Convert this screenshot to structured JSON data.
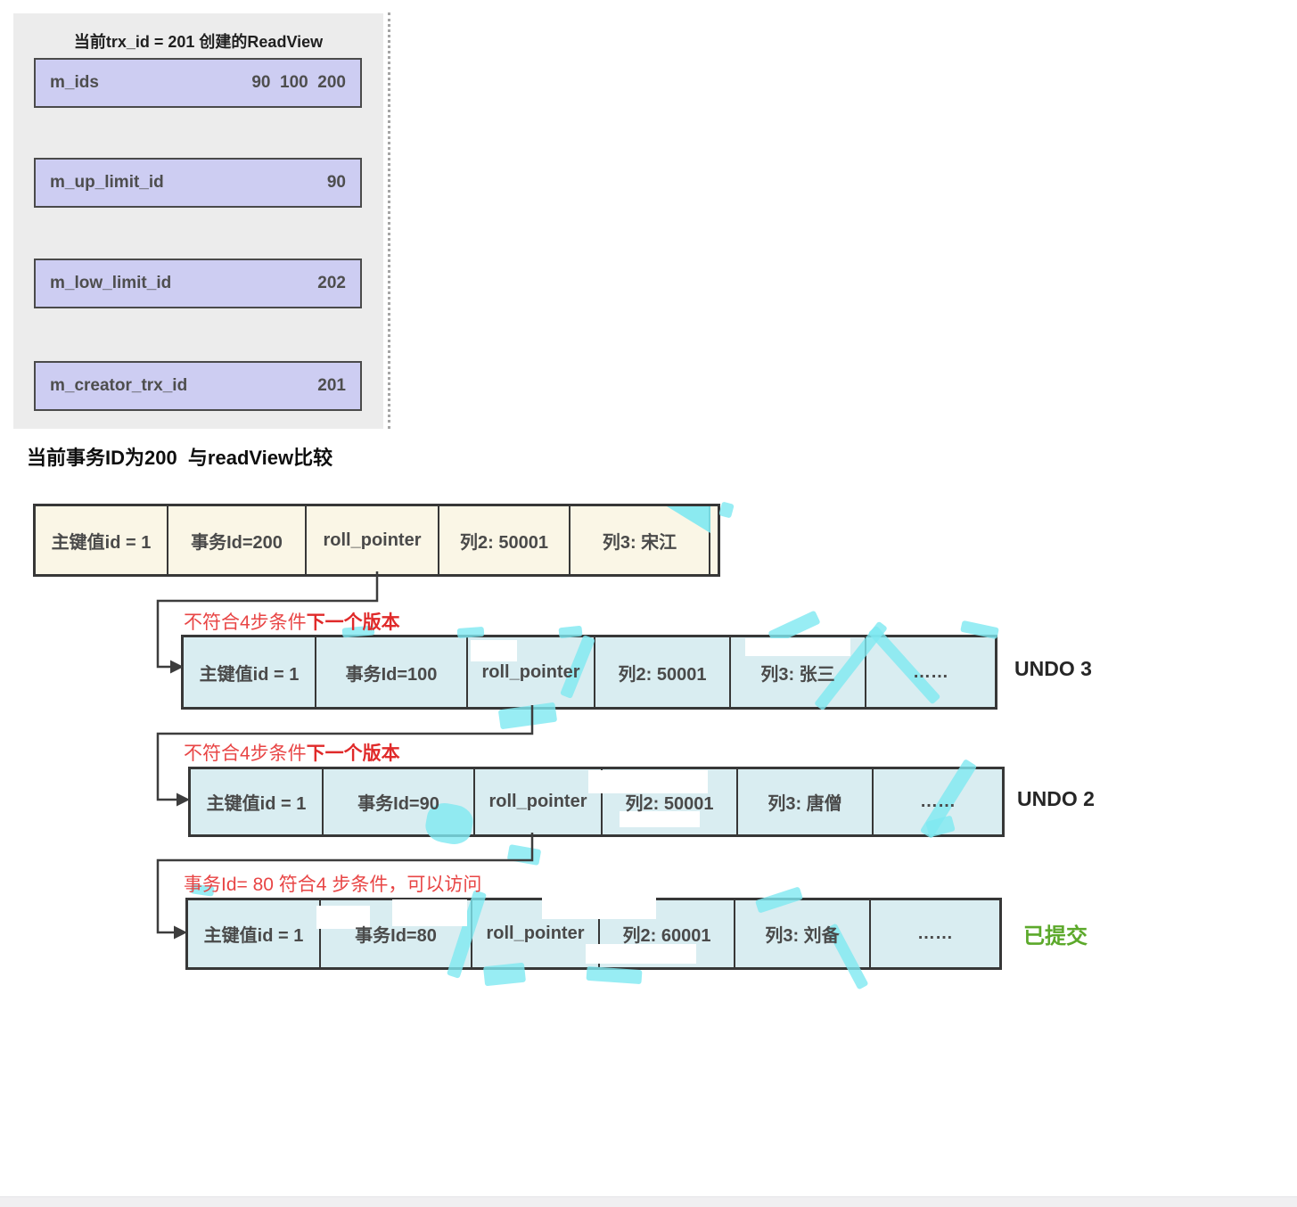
{
  "colors": {
    "panel_bg": "#ececec",
    "field_bg": "#cdcdf2",
    "current_row_bg": "#faf6e6",
    "undo_row_bg": "#d9edf1",
    "annotation_red": "#e84545",
    "committed_green": "#5ca92b",
    "watermark_cyan": "#7ee9f1",
    "border_dark": "#373737"
  },
  "readview_panel": {
    "title": "当前trx_id = 201 创建的ReadView",
    "fields": [
      {
        "label": "m_ids",
        "value": "90  100  200"
      },
      {
        "label": "m_up_limit_id",
        "value": "90"
      },
      {
        "label": "m_low_limit_id",
        "value": "202"
      },
      {
        "label": "m_creator_trx_id",
        "value": "201"
      }
    ]
  },
  "heading": "当前事务ID为200  与readView比较",
  "chain": {
    "current": {
      "cells": [
        "主键值id = 1",
        "事务Id=200",
        "roll_pointer",
        "列2: 50001",
        "列3: 宋江"
      ]
    },
    "undo3": {
      "annotation_plain": "不符合4步条件",
      "annotation_bold": "下一个版本",
      "cells": [
        "主键值id = 1",
        "事务Id=100",
        "roll_pointer",
        "列2: 50001",
        "列3: 张三",
        "……"
      ],
      "label": "UNDO 3"
    },
    "undo2": {
      "annotation_plain": "不符合4步条件",
      "annotation_bold": "下一个版本",
      "cells": [
        "主键值id = 1",
        "事务Id=90",
        "roll_pointer",
        "列2: 50001",
        "列3: 唐僧",
        "……"
      ],
      "label": "UNDO 2"
    },
    "undo1": {
      "annotation_plain": "事务Id= 80 符合4 步条件，可以访问",
      "annotation_bold": "",
      "cells": [
        "主键值id = 1",
        "事务Id=80",
        "roll_pointer",
        "列2: 60001",
        "列3: 刘备",
        "……"
      ],
      "label": "已提交"
    }
  }
}
